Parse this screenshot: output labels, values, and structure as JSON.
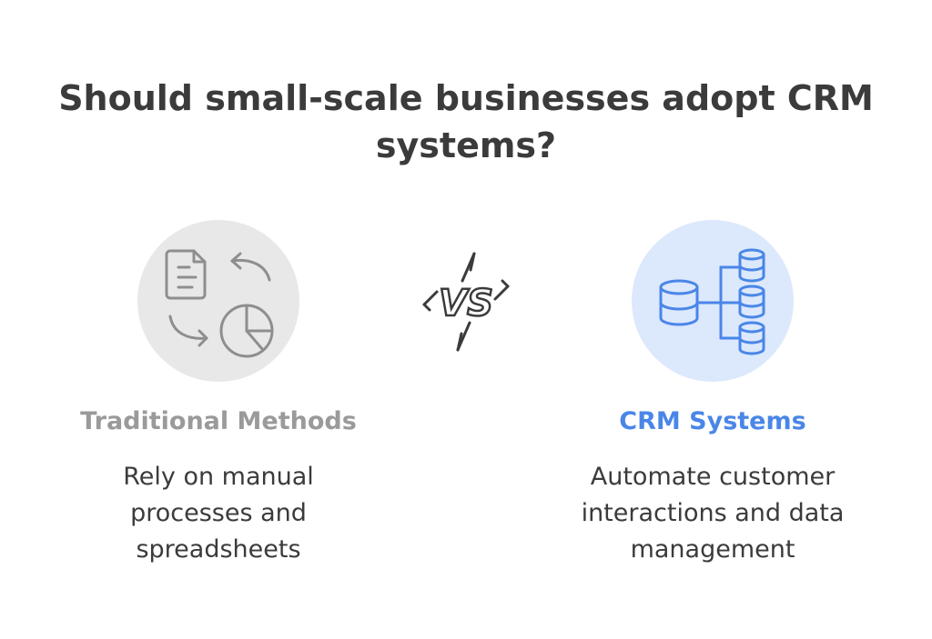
{
  "title": {
    "line1": "Should small-scale businesses adopt CRM",
    "line2": "systems?"
  },
  "left": {
    "heading": "Traditional Methods",
    "description": "Rely on manual processes and spreadsheets",
    "icon": "document-cycle-pie-chart-icon",
    "color": "#9a9a9a",
    "circle_color": "#e8e8e8"
  },
  "right": {
    "heading": "CRM Systems",
    "description": "Automate customer interactions and data management",
    "icon": "database-hierarchy-icon",
    "color": "#4a86e8",
    "circle_color": "#dce8fc"
  },
  "vs": {
    "label": "VS",
    "icon": "vs-lightning-icon"
  }
}
